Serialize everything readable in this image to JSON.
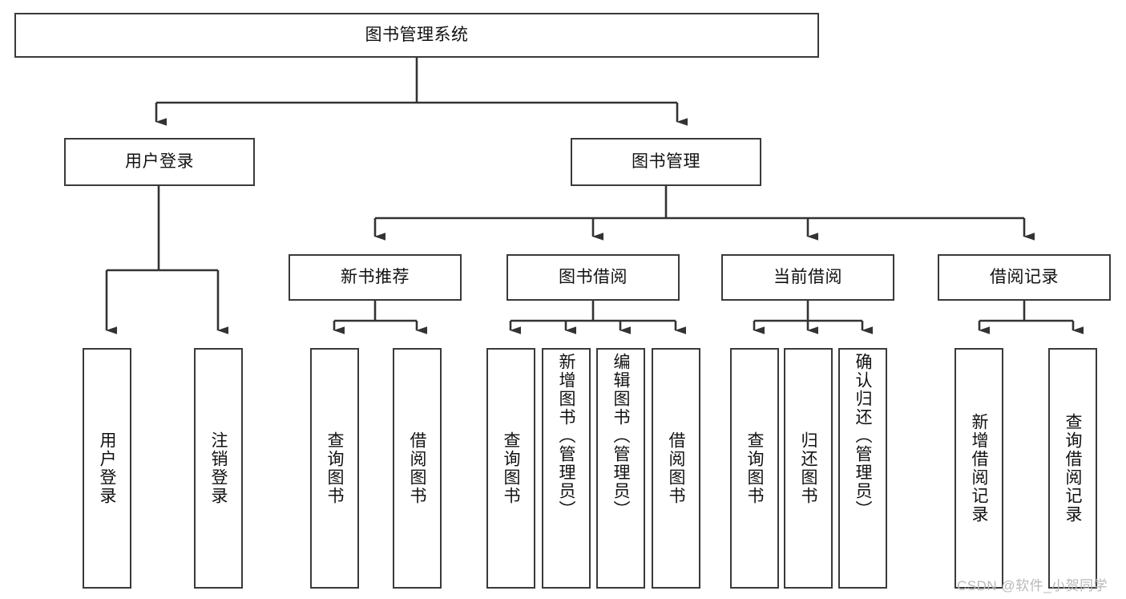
{
  "diagram": {
    "type": "tree-hierarchy",
    "title": "图书管理系统",
    "nodes": {
      "root": {
        "label": "图书管理系统"
      },
      "level2": [
        {
          "id": "user-login",
          "label": "用户登录"
        },
        {
          "id": "book-manage",
          "label": "图书管理"
        }
      ],
      "level3": [
        {
          "id": "new-book-recommend",
          "label": "新书推荐"
        },
        {
          "id": "book-borrow",
          "label": "图书借阅"
        },
        {
          "id": "current-borrow",
          "label": "当前借阅"
        },
        {
          "id": "borrow-record",
          "label": "借阅记录"
        }
      ],
      "leaves": [
        {
          "id": "leaf-user-login",
          "label": "用户登录",
          "parent": "user-login"
        },
        {
          "id": "leaf-user-logout",
          "label": "注销登录",
          "parent": "user-login"
        },
        {
          "id": "leaf-query-book-1",
          "label": "查询图书",
          "parent": "new-book-recommend"
        },
        {
          "id": "leaf-borrow-book-1",
          "label": "借阅图书",
          "parent": "new-book-recommend"
        },
        {
          "id": "leaf-query-book-2",
          "label": "查询图书",
          "parent": "book-borrow"
        },
        {
          "id": "leaf-add-book",
          "label": "新增图书（管理员）",
          "parent": "book-borrow"
        },
        {
          "id": "leaf-edit-book",
          "label": "编辑图书（管理员）",
          "parent": "book-borrow"
        },
        {
          "id": "leaf-borrow-book-2",
          "label": "借阅图书",
          "parent": "book-borrow"
        },
        {
          "id": "leaf-query-book-3",
          "label": "查询图书",
          "parent": "current-borrow"
        },
        {
          "id": "leaf-return-book",
          "label": "归还图书",
          "parent": "current-borrow"
        },
        {
          "id": "leaf-confirm-return",
          "label": "确认归还（管理员）",
          "parent": "current-borrow"
        },
        {
          "id": "leaf-add-record",
          "label": "新增借阅记录",
          "parent": "borrow-record"
        },
        {
          "id": "leaf-query-record",
          "label": "查询借阅记录",
          "parent": "borrow-record"
        }
      ]
    },
    "colors": {
      "border": "#3a3a3a",
      "background": "#ffffff",
      "text": "#111111",
      "connector": "#333333",
      "watermark": "#b9b9b9"
    }
  },
  "watermark": {
    "text": "CSDN @软件_小贺同学"
  }
}
